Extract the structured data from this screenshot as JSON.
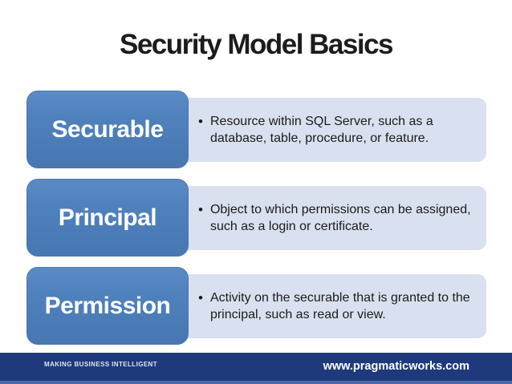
{
  "slide": {
    "title": "Security Model Basics",
    "rows": [
      {
        "label": "Securable",
        "bullet": "•",
        "description": "Resource within SQL Server, such as a database, table, procedure, or feature."
      },
      {
        "label": "Principal",
        "bullet": "•",
        "description": "Object to which permissions can be assigned, such as a login or certificate."
      },
      {
        "label": "Permission",
        "bullet": "•",
        "description": "Activity on the securable that is granted to the principal, such as read or view."
      }
    ],
    "footer": {
      "tagline": "MAKING BUSINESS INTELLIGENT",
      "website": "www.pragmaticworks.com"
    },
    "colors": {
      "label_box_blue": "#4f81bd",
      "description_box_lavender": "#d9e1f0",
      "footer_bar_navy": "#1e3a7d",
      "footer_accent_strip": "#4d69a5",
      "title_text": "#1c1c1c",
      "body_text": "#1b1b1b",
      "label_text": "#ffffff"
    }
  }
}
